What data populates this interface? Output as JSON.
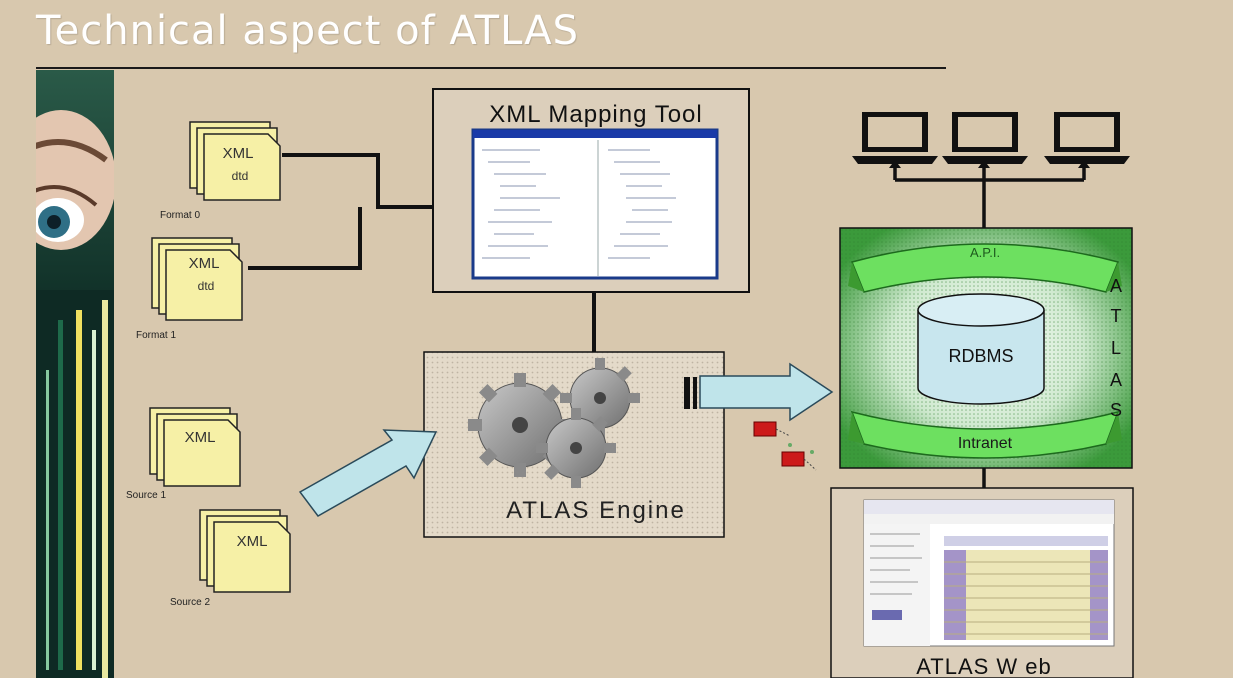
{
  "slide": {
    "title": "Technical aspect of ATLAS"
  },
  "mapping_tool": {
    "title": "XML Mapping Tool"
  },
  "engine": {
    "title": "ATLAS Engine"
  },
  "atlas_box": {
    "vertical_label": [
      "A",
      "T",
      "L",
      "A",
      "S"
    ],
    "api_label": "A.P.I.",
    "db_label": "RDBMS",
    "intranet_label": "Intranet"
  },
  "web": {
    "title": "ATLAS W eb"
  },
  "inputs": {
    "formats": [
      {
        "line1": "XML",
        "line2": "dtd",
        "caption": "Format 0"
      },
      {
        "line1": "XML",
        "line2": "dtd",
        "caption": "Format 1"
      }
    ],
    "sources": [
      {
        "line1": "XML",
        "caption": "Source 1"
      },
      {
        "line1": "XML",
        "caption": "Source 2"
      }
    ]
  },
  "colors": {
    "background": "#d8c8ae",
    "arrow_fill": "#bfe4ea",
    "doc_fill": "#f6f0a6",
    "atlas_green": "#3ca83c",
    "ribbon_green": "#6de060",
    "db_fill": "#c8e6ee",
    "engine_box": "#e9dfd0"
  }
}
